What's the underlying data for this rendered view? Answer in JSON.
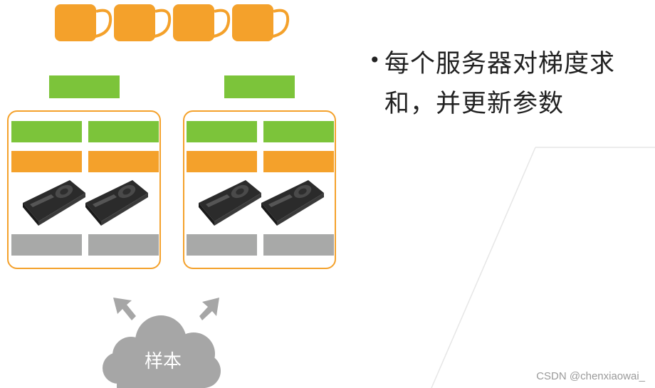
{
  "bullet": {
    "line1": "每个服务器对梯度求",
    "line2": "和，并更新参数"
  },
  "cloud": {
    "label": "样本"
  },
  "watermark": "CSDN @chenxiaowai_",
  "colors": {
    "orange": "#f4a12b",
    "green": "#7cc43a",
    "gray": "#a8a9a8",
    "cloud": "#a6a6a6"
  },
  "icons": [
    "mug-icon",
    "gpu-card-icon",
    "cloud-icon",
    "up-arrow-icon"
  ]
}
